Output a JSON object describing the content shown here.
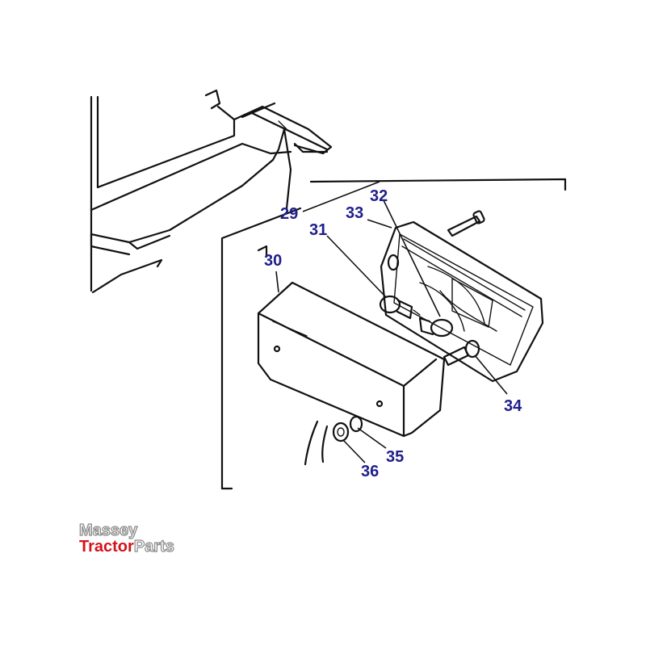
{
  "callouts": [
    {
      "id": "29",
      "label": "29"
    },
    {
      "id": "30",
      "label": "30"
    },
    {
      "id": "31",
      "label": "31"
    },
    {
      "id": "32",
      "label": "32"
    },
    {
      "id": "33",
      "label": "33"
    },
    {
      "id": "34",
      "label": "34"
    },
    {
      "id": "35",
      "label": "35"
    },
    {
      "id": "36",
      "label": "36"
    }
  ],
  "logo": {
    "line1": "Massey",
    "line2_main": "Tractor",
    "line2_suffix": "Parts"
  },
  "colors": {
    "label": "#1f1f8a",
    "ink": "#111111",
    "logo_red": "#d4121a",
    "logo_grey": "#ffffff",
    "logo_outline": "#8a8a8a"
  }
}
